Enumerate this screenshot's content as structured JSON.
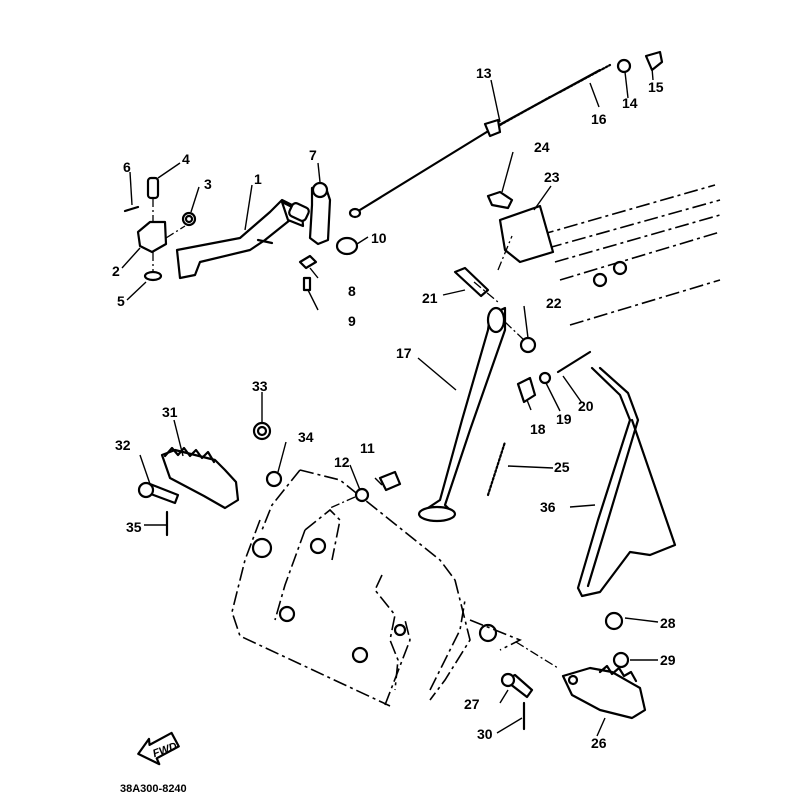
{
  "diagram": {
    "title": "Stand & Footrest / Brake Pedal exploded view",
    "drawing_code": "38A300-8240",
    "direction_marker": "FWD",
    "callouts": [
      {
        "id": "1",
        "label": "1"
      },
      {
        "id": "2",
        "label": "2"
      },
      {
        "id": "3",
        "label": "3"
      },
      {
        "id": "4",
        "label": "4"
      },
      {
        "id": "5",
        "label": "5"
      },
      {
        "id": "6",
        "label": "6"
      },
      {
        "id": "7",
        "label": "7"
      },
      {
        "id": "8",
        "label": "8"
      },
      {
        "id": "9",
        "label": "9"
      },
      {
        "id": "10",
        "label": "10"
      },
      {
        "id": "11",
        "label": "11"
      },
      {
        "id": "12",
        "label": "12"
      },
      {
        "id": "13",
        "label": "13"
      },
      {
        "id": "14",
        "label": "14"
      },
      {
        "id": "15",
        "label": "15"
      },
      {
        "id": "16",
        "label": "16"
      },
      {
        "id": "17",
        "label": "17"
      },
      {
        "id": "18",
        "label": "18"
      },
      {
        "id": "19",
        "label": "19"
      },
      {
        "id": "20",
        "label": "20"
      },
      {
        "id": "21",
        "label": "21"
      },
      {
        "id": "22",
        "label": "22"
      },
      {
        "id": "23",
        "label": "23"
      },
      {
        "id": "24",
        "label": "24"
      },
      {
        "id": "25",
        "label": "25"
      },
      {
        "id": "26",
        "label": "26"
      },
      {
        "id": "27",
        "label": "27"
      },
      {
        "id": "28",
        "label": "28"
      },
      {
        "id": "29",
        "label": "29"
      },
      {
        "id": "30",
        "label": "30"
      },
      {
        "id": "31",
        "label": "31"
      },
      {
        "id": "32",
        "label": "32"
      },
      {
        "id": "33",
        "label": "33"
      },
      {
        "id": "34",
        "label": "34"
      },
      {
        "id": "35",
        "label": "35"
      },
      {
        "id": "36",
        "label": "36"
      }
    ]
  }
}
